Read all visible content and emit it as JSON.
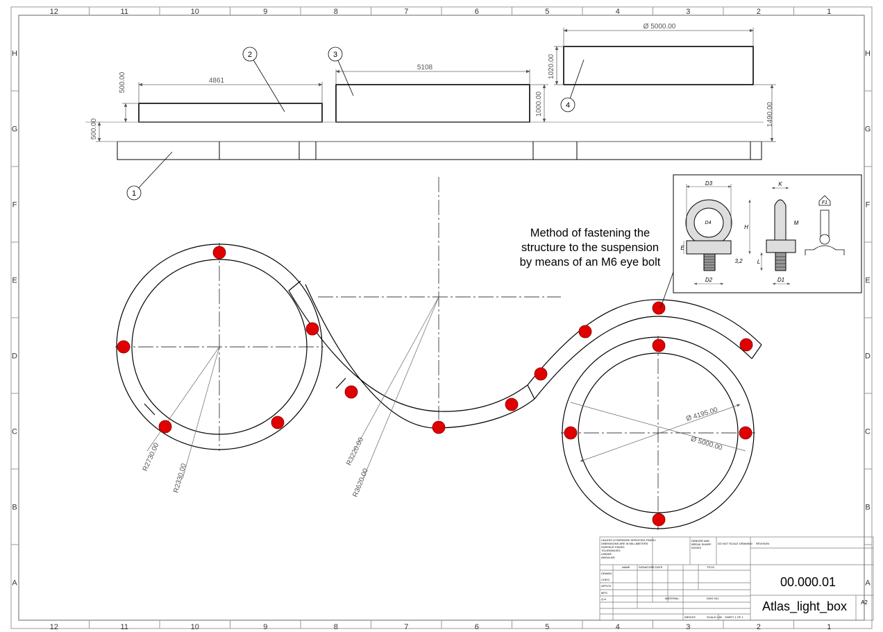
{
  "drawing": {
    "zones_columns": [
      "12",
      "11",
      "10",
      "9",
      "8",
      "7",
      "6",
      "5",
      "4",
      "3",
      "2",
      "1"
    ],
    "zones_rows": [
      "H",
      "G",
      "F",
      "E",
      "D",
      "C",
      "B",
      "A"
    ],
    "balloons": [
      "1",
      "2",
      "3",
      "4"
    ],
    "dimensions": {
      "part2_length": "4861",
      "part2_height": "500.00",
      "part3_length": "5108",
      "part3_height": "1000.00",
      "part4_diameter": "Ø 5000.00",
      "part4_height": "1020.00",
      "total_height": "1490.00",
      "base_height": "500.00",
      "r_left_outer": "R2730.00",
      "r_left_inner": "R2330.00",
      "r_mid_inner": "R3220.00",
      "r_mid_outer": "R3620.00",
      "d_right_inner": "Ø 4195.00",
      "d_right_outer": "Ø 5000.00"
    },
    "note_lines": [
      "Method of fastening the",
      "structure to the suspension",
      "by means of an M6 eye bolt"
    ],
    "detail_labels": {
      "d3": "D3",
      "k": "K",
      "f1": "F1",
      "d4": "D4",
      "h": "H",
      "m": "M",
      "e": "E",
      "l": "L",
      "roughness": "3,2",
      "d2": "D2",
      "d1": "D1"
    }
  },
  "title_block": {
    "general_notes": [
      "UNLESS OTHERWISE SPECIFIED FINISH:",
      "DIMENSIONS ARE IN MILLIMETERS",
      "SURFACE FINISH:",
      "TOLERANCES:",
      "LINEAR:",
      "ANGULAR:"
    ],
    "deburr_lines": [
      "DEBURR AND",
      "BREAK SHARP",
      "EDGES"
    ],
    "do_not_scale": "DO NOT SCALE DRAWING",
    "revision_label": "REVISION",
    "col_name": "NAME",
    "col_signature": "SIGNATURE",
    "col_date": "DATE",
    "title_label": "TITLE:",
    "rows": [
      "DRAWN",
      "CHK'D",
      "APPV'D",
      "MFG",
      "Q.A"
    ],
    "material_label": "MATERIAL:",
    "dwg_no_label": "DWG NO.",
    "weight_label": "WEIGHT:",
    "scale_label": "SCALE:1:50",
    "sheet_label": "SHEET 1 OF 1",
    "drawing_number": "00.000.01",
    "drawing_title": "Atlas_light_box",
    "sheet_size": "A2"
  }
}
